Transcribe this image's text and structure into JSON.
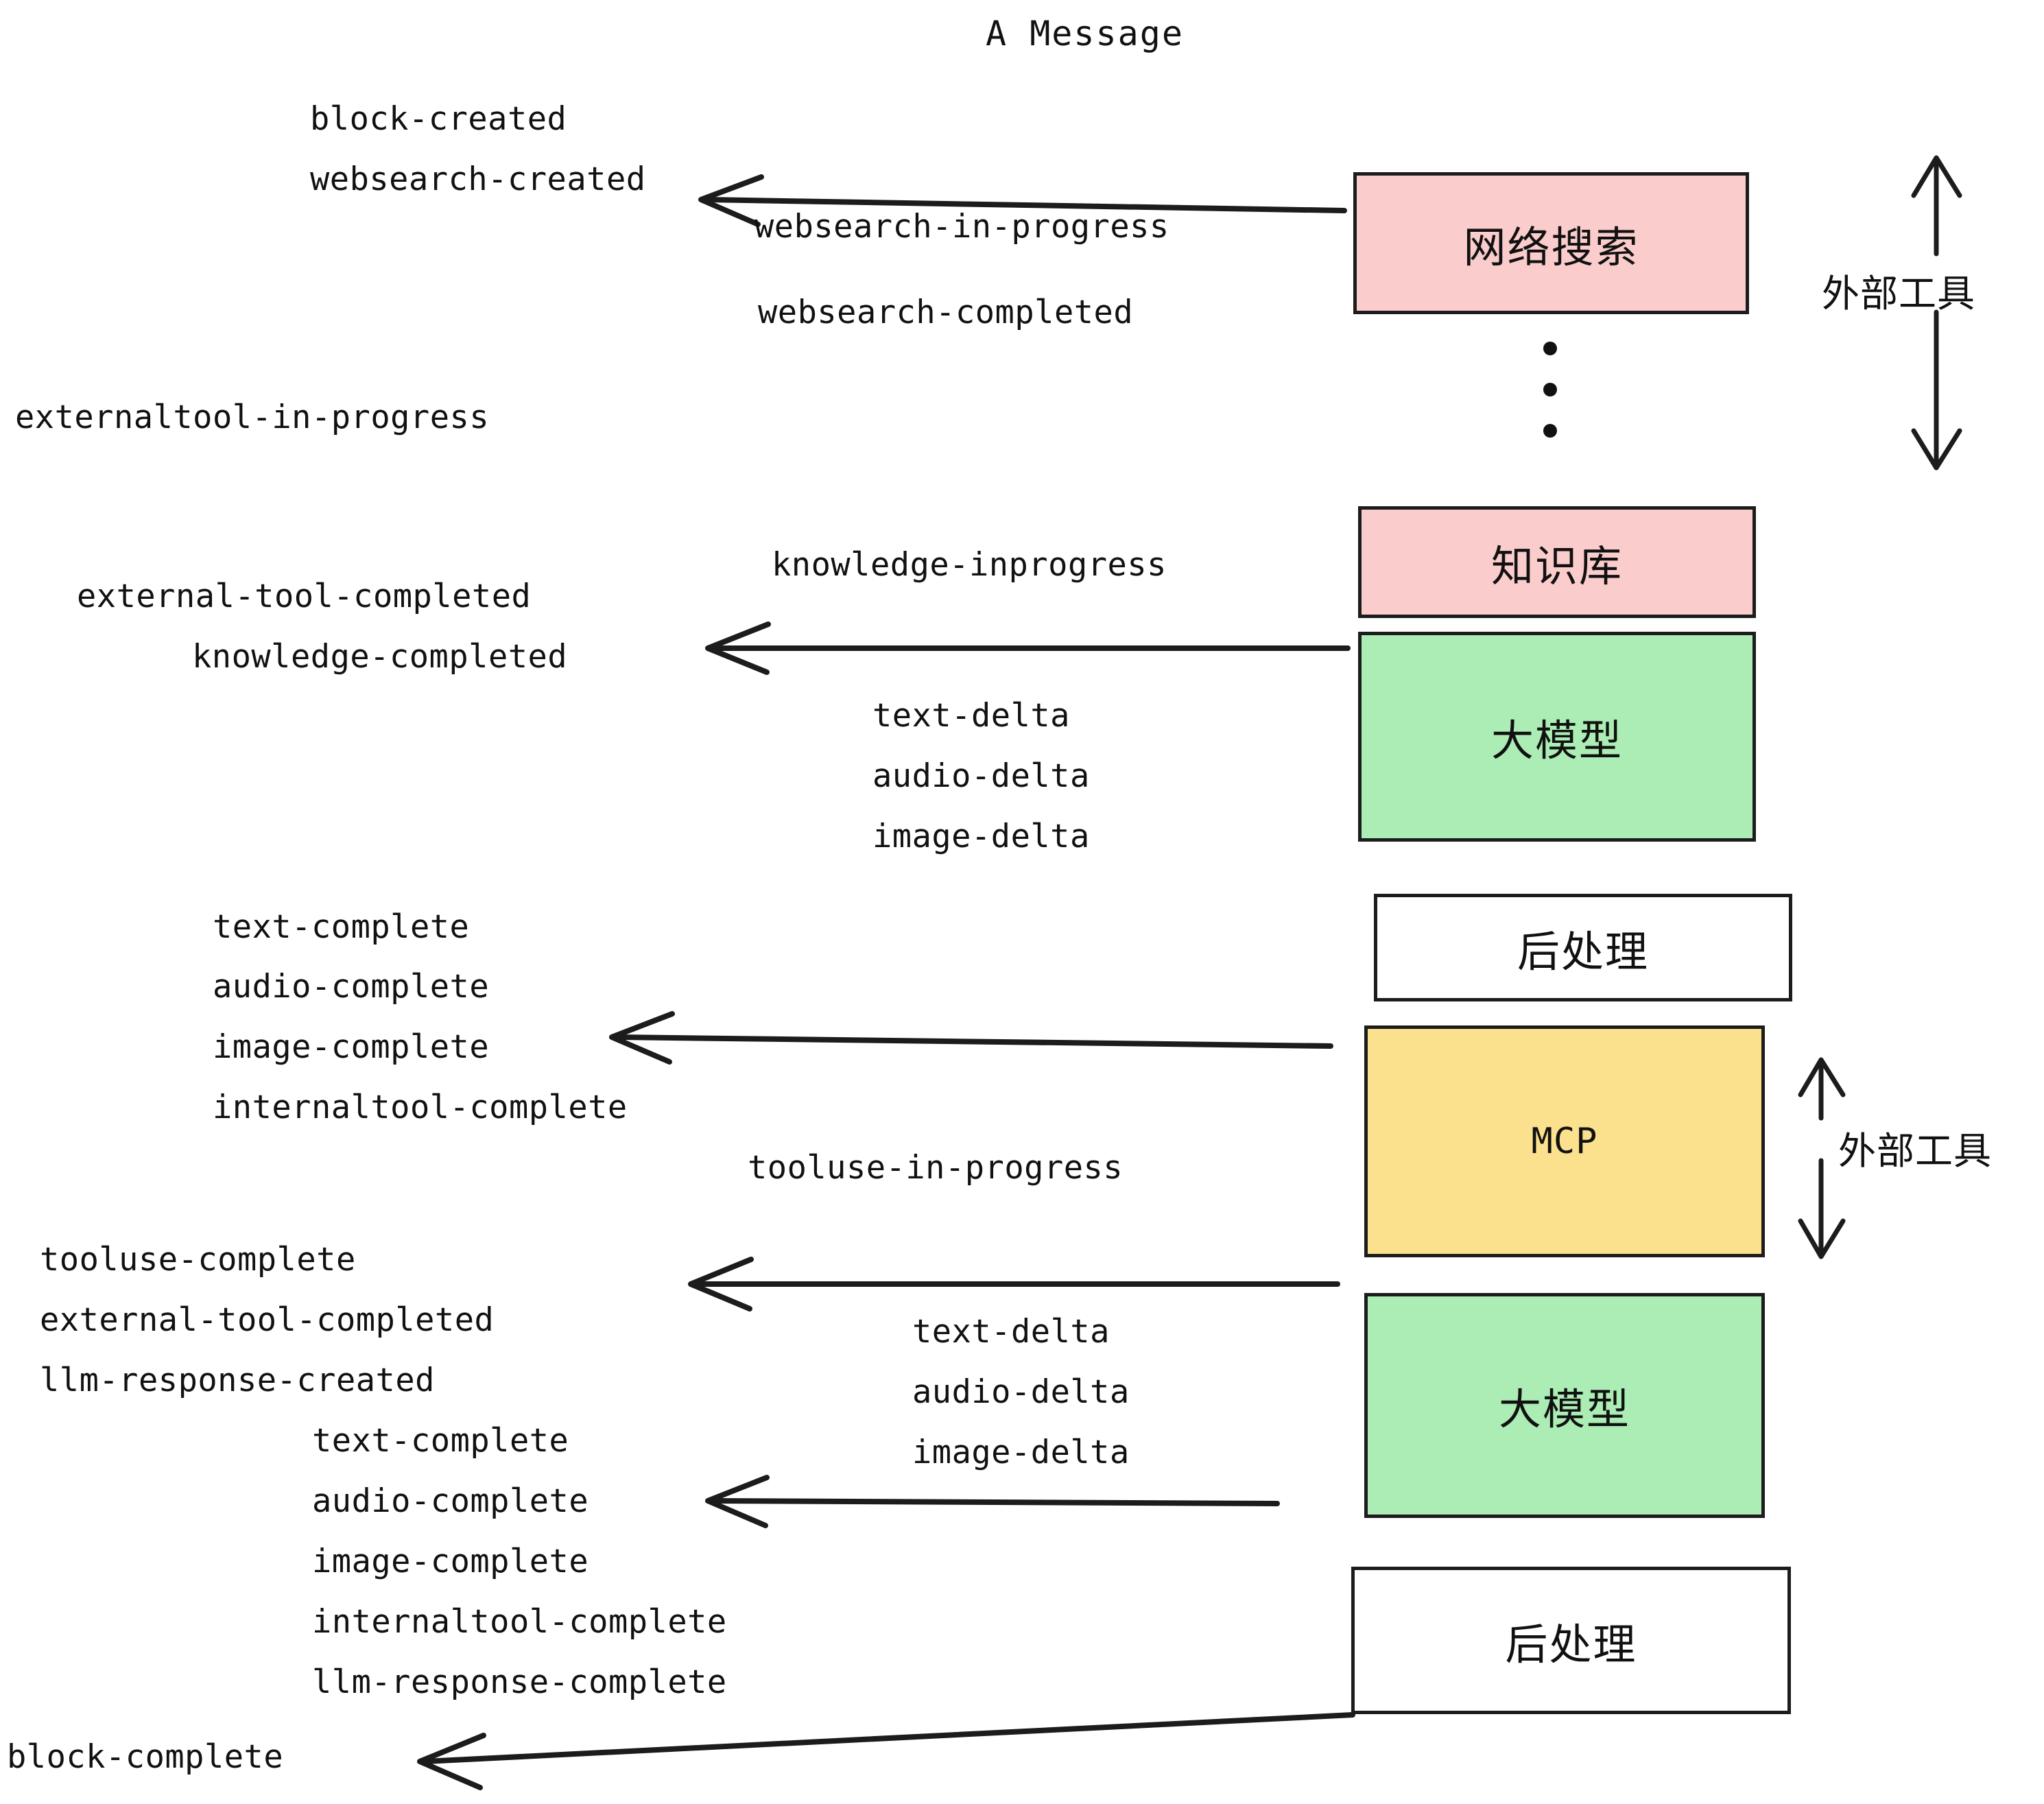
{
  "diagram": {
    "title": "A Message",
    "colors": {
      "pink": "#FBCCCC",
      "green": "#ABEDB4",
      "yellow": "#FBE18E",
      "white": "#FFFFFF",
      "stroke": "#1C1C1C",
      "text": "#111111"
    },
    "nodes": [
      {
        "id": "websearch",
        "label": "网络搜索",
        "fill": "#FBCCCC"
      },
      {
        "id": "knowledge",
        "label": "知识库",
        "fill": "#FBCCCC"
      },
      {
        "id": "llm-1",
        "label": "大模型",
        "fill": "#ABEDB4"
      },
      {
        "id": "postproc-1",
        "label": "后处理",
        "fill": "#FFFFFF"
      },
      {
        "id": "mcp",
        "label": "MCP",
        "fill": "#FBE18E"
      },
      {
        "id": "llm-2",
        "label": "大模型",
        "fill": "#ABEDB4"
      },
      {
        "id": "postproc-2",
        "label": "后处理",
        "fill": "#FFFFFF"
      }
    ],
    "side_labels": [
      {
        "id": "external-tools-top",
        "text": "外部工具"
      },
      {
        "id": "external-tools-bottom",
        "text": "外部工具"
      }
    ],
    "events": [
      {
        "id": "block-created",
        "text": "block-created"
      },
      {
        "id": "websearch-created",
        "text": "websearch-created"
      },
      {
        "id": "websearch-in-progress",
        "text": "websearch-in-progress"
      },
      {
        "id": "websearch-completed",
        "text": "websearch-completed"
      },
      {
        "id": "externaltool-in-progress",
        "text": "externaltool-in-progress"
      },
      {
        "id": "knowledge-inprogress",
        "text": "knowledge-inprogress"
      },
      {
        "id": "external-tool-completed-1",
        "text": "external-tool-completed"
      },
      {
        "id": "knowledge-completed",
        "text": "knowledge-completed"
      },
      {
        "id": "text-delta-1",
        "text": "text-delta"
      },
      {
        "id": "audio-delta-1",
        "text": "audio-delta"
      },
      {
        "id": "image-delta-1",
        "text": "image-delta"
      },
      {
        "id": "text-complete-1",
        "text": "text-complete"
      },
      {
        "id": "audio-complete-1",
        "text": "audio-complete"
      },
      {
        "id": "image-complete-1",
        "text": "image-complete"
      },
      {
        "id": "internaltool-complete-1",
        "text": "internaltool-complete"
      },
      {
        "id": "tooluse-in-progress",
        "text": "tooluse-in-progress"
      },
      {
        "id": "tooluse-complete",
        "text": "tooluse-complete"
      },
      {
        "id": "external-tool-completed-2",
        "text": "external-tool-completed"
      },
      {
        "id": "llm-response-created",
        "text": "llm-response-created"
      },
      {
        "id": "text-complete-2",
        "text": "text-complete"
      },
      {
        "id": "audio-complete-2",
        "text": "audio-complete"
      },
      {
        "id": "image-complete-2",
        "text": "image-complete"
      },
      {
        "id": "internaltool-complete-2",
        "text": "internaltool-complete"
      },
      {
        "id": "llm-response-complete",
        "text": "llm-response-complete"
      },
      {
        "id": "text-delta-2",
        "text": "text-delta"
      },
      {
        "id": "audio-delta-2",
        "text": "audio-delta"
      },
      {
        "id": "image-delta-2",
        "text": "image-delta"
      },
      {
        "id": "block-complete",
        "text": "block-complete"
      }
    ]
  }
}
